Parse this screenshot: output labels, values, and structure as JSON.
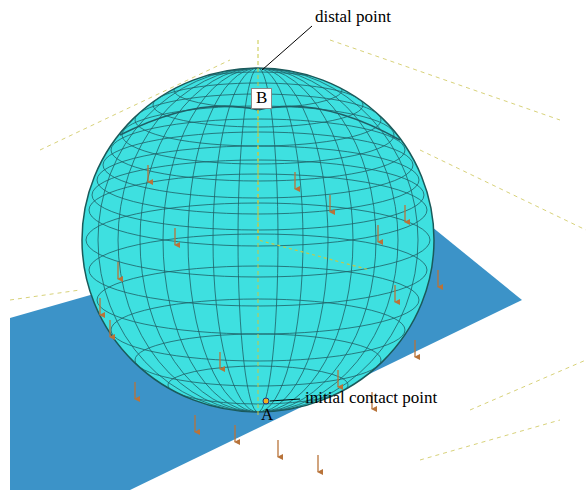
{
  "diagram": {
    "labels": [
      "distal point",
      "B",
      "initial contact point",
      "A"
    ]
  }
}
